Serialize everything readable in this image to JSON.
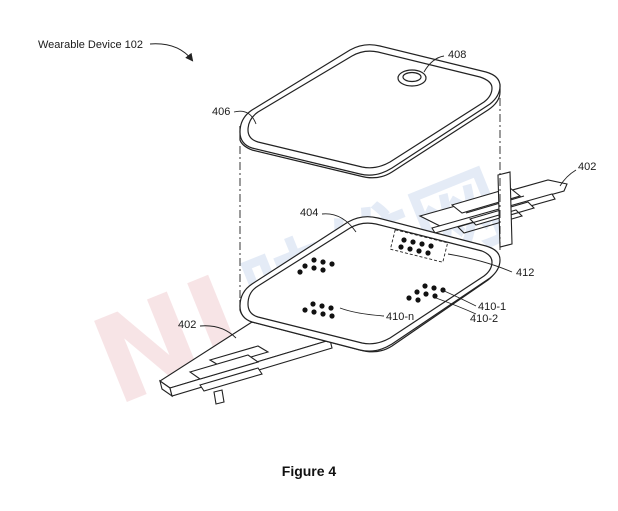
{
  "diagram": {
    "title_label": "Wearable Device 102",
    "caption": "Figure 4",
    "watermark": {
      "logo_text": "NI",
      "text": "映维网",
      "color_primary": "#c93a4a",
      "color_secondary": "#3a6fc0"
    },
    "labels": {
      "cover": "406",
      "button": "408",
      "base": "404",
      "band_right": "402",
      "band_left": "402",
      "sensor_box": "412",
      "sensor_1": "410-1",
      "sensor_2": "410-2",
      "sensor_n": "410-n"
    },
    "colors": {
      "line": "#222222",
      "fill": "#ffffff"
    }
  }
}
